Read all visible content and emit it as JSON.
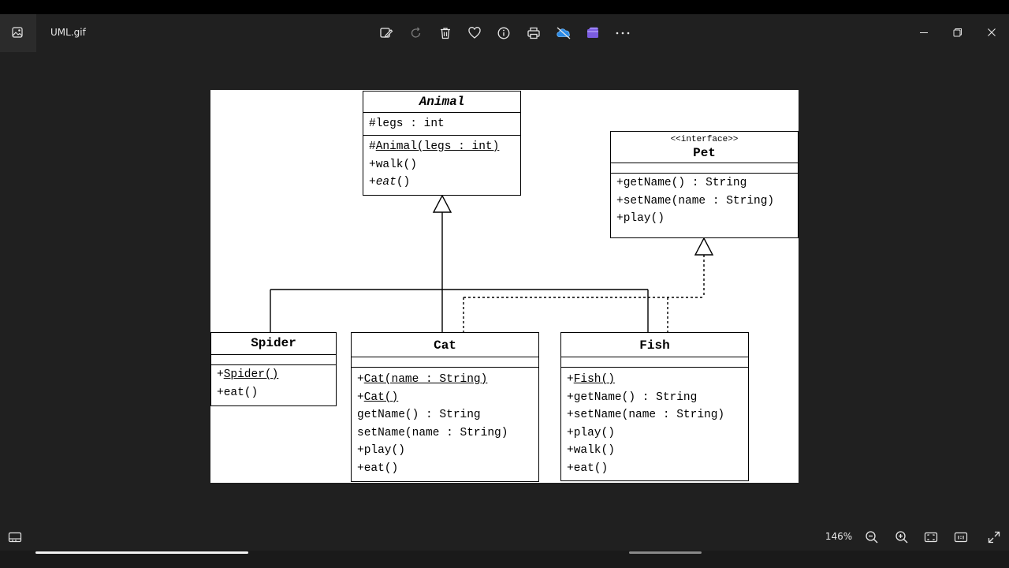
{
  "window": {
    "filename": "UML.gif",
    "zoom": "146%"
  },
  "toolbar_icons": [
    "edit-image-icon",
    "rotate-icon",
    "delete-icon",
    "favorite-icon",
    "info-icon",
    "print-icon",
    "onedrive-icon",
    "clipchamp-icon",
    "more-icon"
  ],
  "uml": {
    "animal": {
      "name": "Animal",
      "attributes": [
        "#legs : int"
      ],
      "methods": {
        "constructor_prefix": "#",
        "constructor": "Animal(legs : int)",
        "walk": "+walk()",
        "eat_prefix": "+",
        "eat": "eat",
        "eat_suffix": "()"
      }
    },
    "pet": {
      "stereotype": "<<interface>>",
      "name": "Pet",
      "methods": [
        "+getName() : String",
        "+setName(name : String)",
        "+play()"
      ]
    },
    "spider": {
      "name": "Spider",
      "constructor_prefix": "+",
      "constructor": "Spider()",
      "methods": [
        "+eat()"
      ]
    },
    "cat": {
      "name": "Cat",
      "constructors": [
        {
          "prefix": "+",
          "name": "Cat(name : String)"
        },
        {
          "prefix": "+",
          "name": "Cat()"
        }
      ],
      "methods": [
        "getName() : String",
        "setName(name : String)",
        "+play()",
        "+eat()"
      ]
    },
    "fish": {
      "name": "Fish",
      "constructor_prefix": "+",
      "constructor": "Fish()",
      "methods": [
        "+getName() : String",
        "+setName(name : String)",
        "+play()",
        "+walk()",
        "+eat()"
      ]
    }
  }
}
